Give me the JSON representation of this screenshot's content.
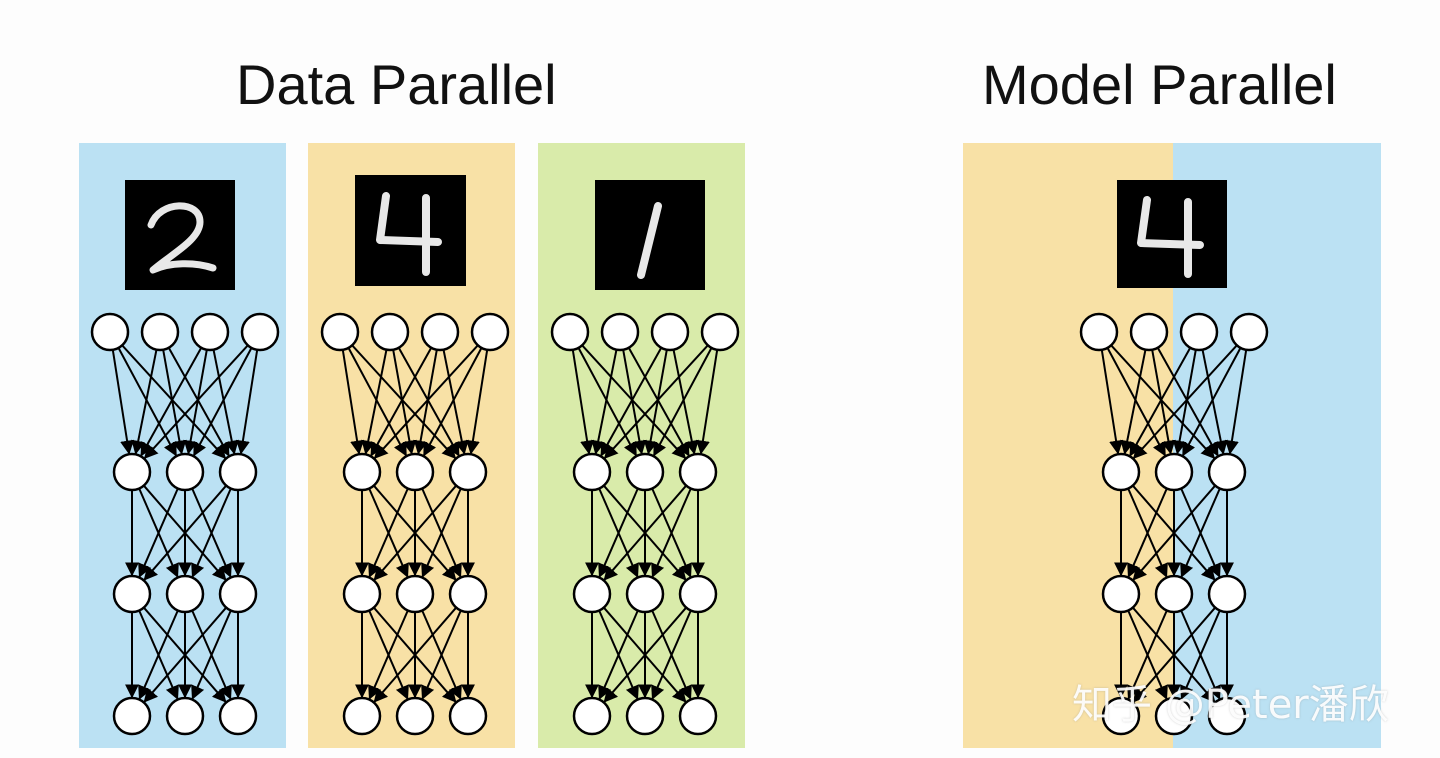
{
  "titles": {
    "data_parallel": "Data Parallel",
    "model_parallel": "Model Parallel"
  },
  "panels": [
    {
      "id": "dp-blue",
      "color": "#bbe1f3",
      "digit": "2"
    },
    {
      "id": "dp-orange",
      "color": "#f8e1a6",
      "digit": "4"
    },
    {
      "id": "dp-green",
      "color": "#d9ebaa",
      "digit": "1"
    }
  ],
  "model_parallel": {
    "left_color": "#f8e1a6",
    "right_color": "#bbe1f3",
    "digit": "4"
  },
  "network": {
    "layers": [
      4,
      3,
      3,
      3
    ]
  },
  "watermark": "知乎 @Peter潘欣"
}
